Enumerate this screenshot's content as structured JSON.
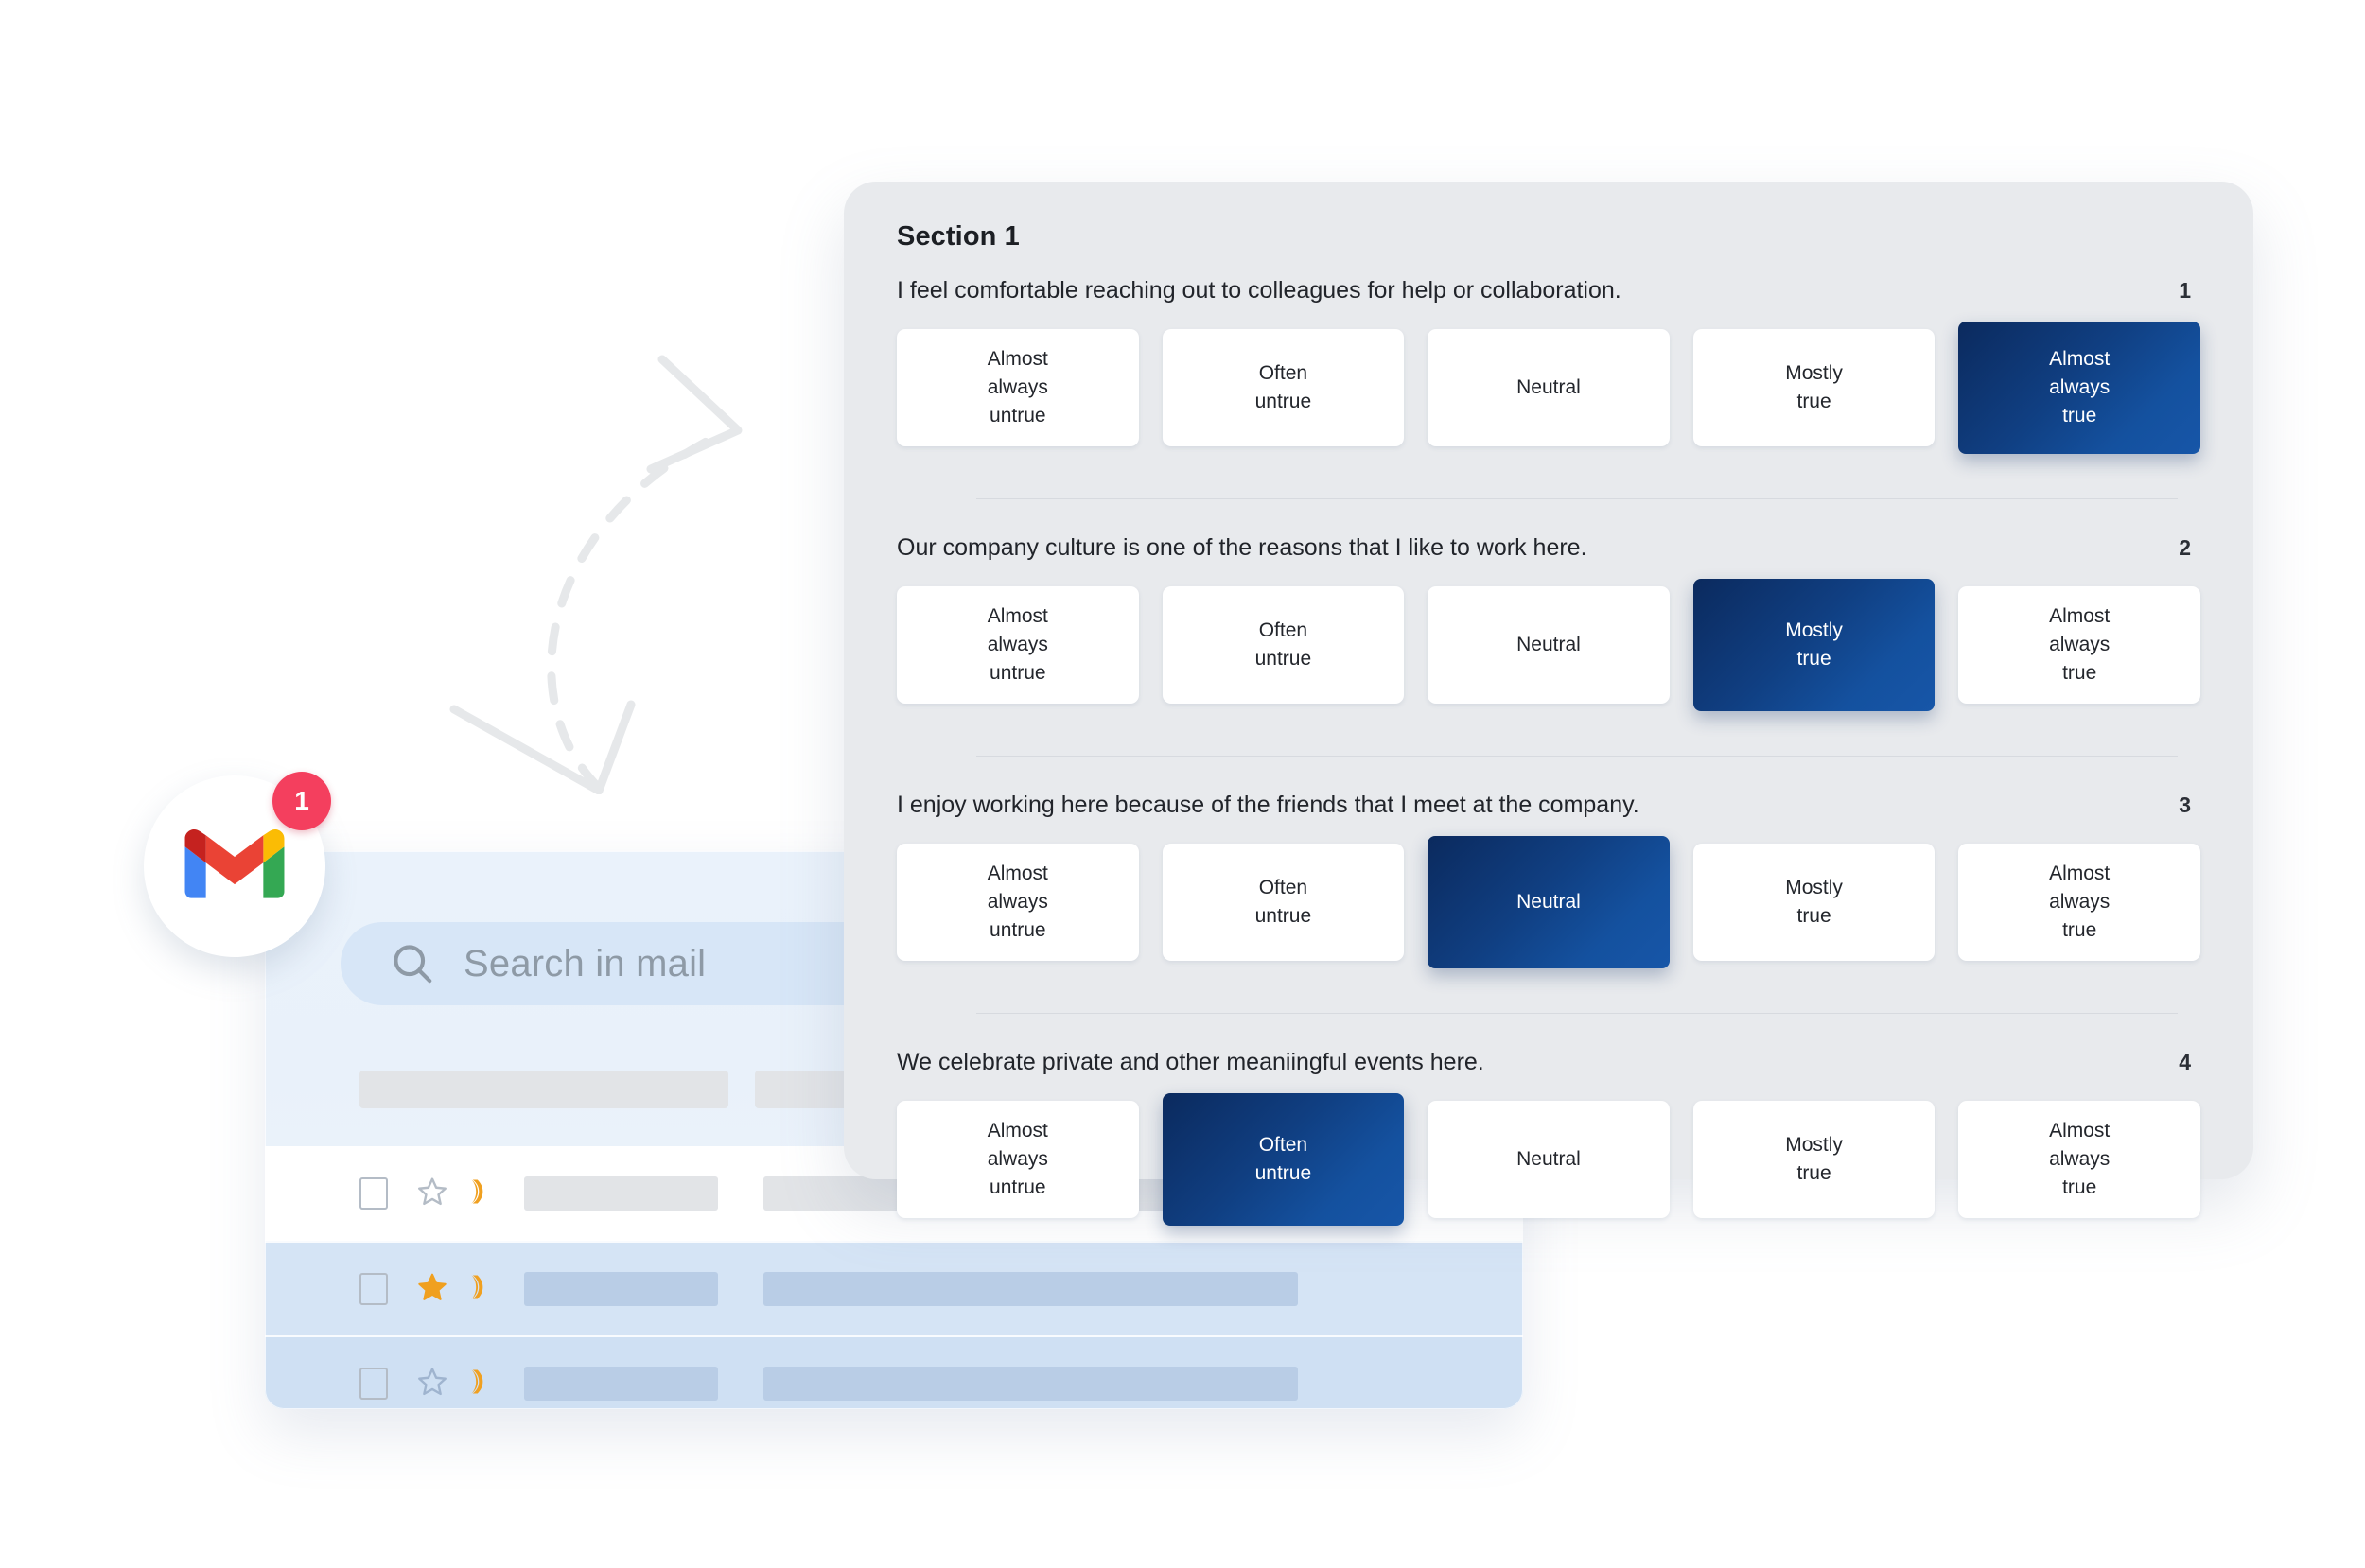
{
  "survey": {
    "section_title": "Section 1",
    "scale_options": [
      "Almost\nalways\nuntrue",
      "Often\nuntrue",
      "Neutral",
      "Mostly\ntrue",
      "Almost\nalways\ntrue"
    ],
    "questions": [
      {
        "number": "1",
        "text": "I feel comfortable reaching out to colleagues for help or collaboration.",
        "options": [
          "Almost\nalways\nuntrue",
          "Often\nuntrue",
          "Neutral",
          "Mostly\ntrue",
          "Almost\nalways\ntrue"
        ],
        "selected_index": 4,
        "selected_label": "Almost always true"
      },
      {
        "number": "2",
        "text": "Our company culture is one of the reasons that I like to work here.",
        "options": [
          "Almost\nalways\nuntrue",
          "Often\nuntrue",
          "Neutral",
          "Mostly\ntrue",
          "Almost\nalways\ntrue"
        ],
        "selected_index": 3,
        "selected_label": "Mostly true"
      },
      {
        "number": "3",
        "text": "I enjoy working here because of the friends that I meet at the company.",
        "options": [
          "Almost\nalways\nuntrue",
          "Often\nuntrue",
          "Neutral",
          "Mostly\ntrue",
          "Almost\nalways\ntrue"
        ],
        "selected_index": 2,
        "selected_label": "Neutral"
      },
      {
        "number": "4",
        "text": "We celebrate private and other meaniingful events here.",
        "options": [
          "Almost\nalways\nuntrue",
          "Often\nuntrue",
          "Neutral",
          "Mostly\ntrue",
          "Almost\nalways\ntrue"
        ],
        "selected_index": 1,
        "selected_label": "Often untrue"
      }
    ]
  },
  "gmail": {
    "badge_count": "1",
    "search_placeholder": "Search in mail",
    "logo_name": "gmail-logo",
    "rows": [
      {
        "starred": false,
        "highlighted": false
      },
      {
        "starred": true,
        "highlighted": true
      },
      {
        "starred": false,
        "highlighted": true
      }
    ]
  },
  "colors": {
    "panel_background": "#e8eaed",
    "tile_background": "#ffffff",
    "selected_gradient_start": "#0b2a5e",
    "selected_gradient_end": "#1756a8",
    "badge_red": "#f43f5e",
    "gmail_search_field": "#d7e6f7",
    "star_gold": "#f0a020",
    "page_background": "#ffffff"
  }
}
